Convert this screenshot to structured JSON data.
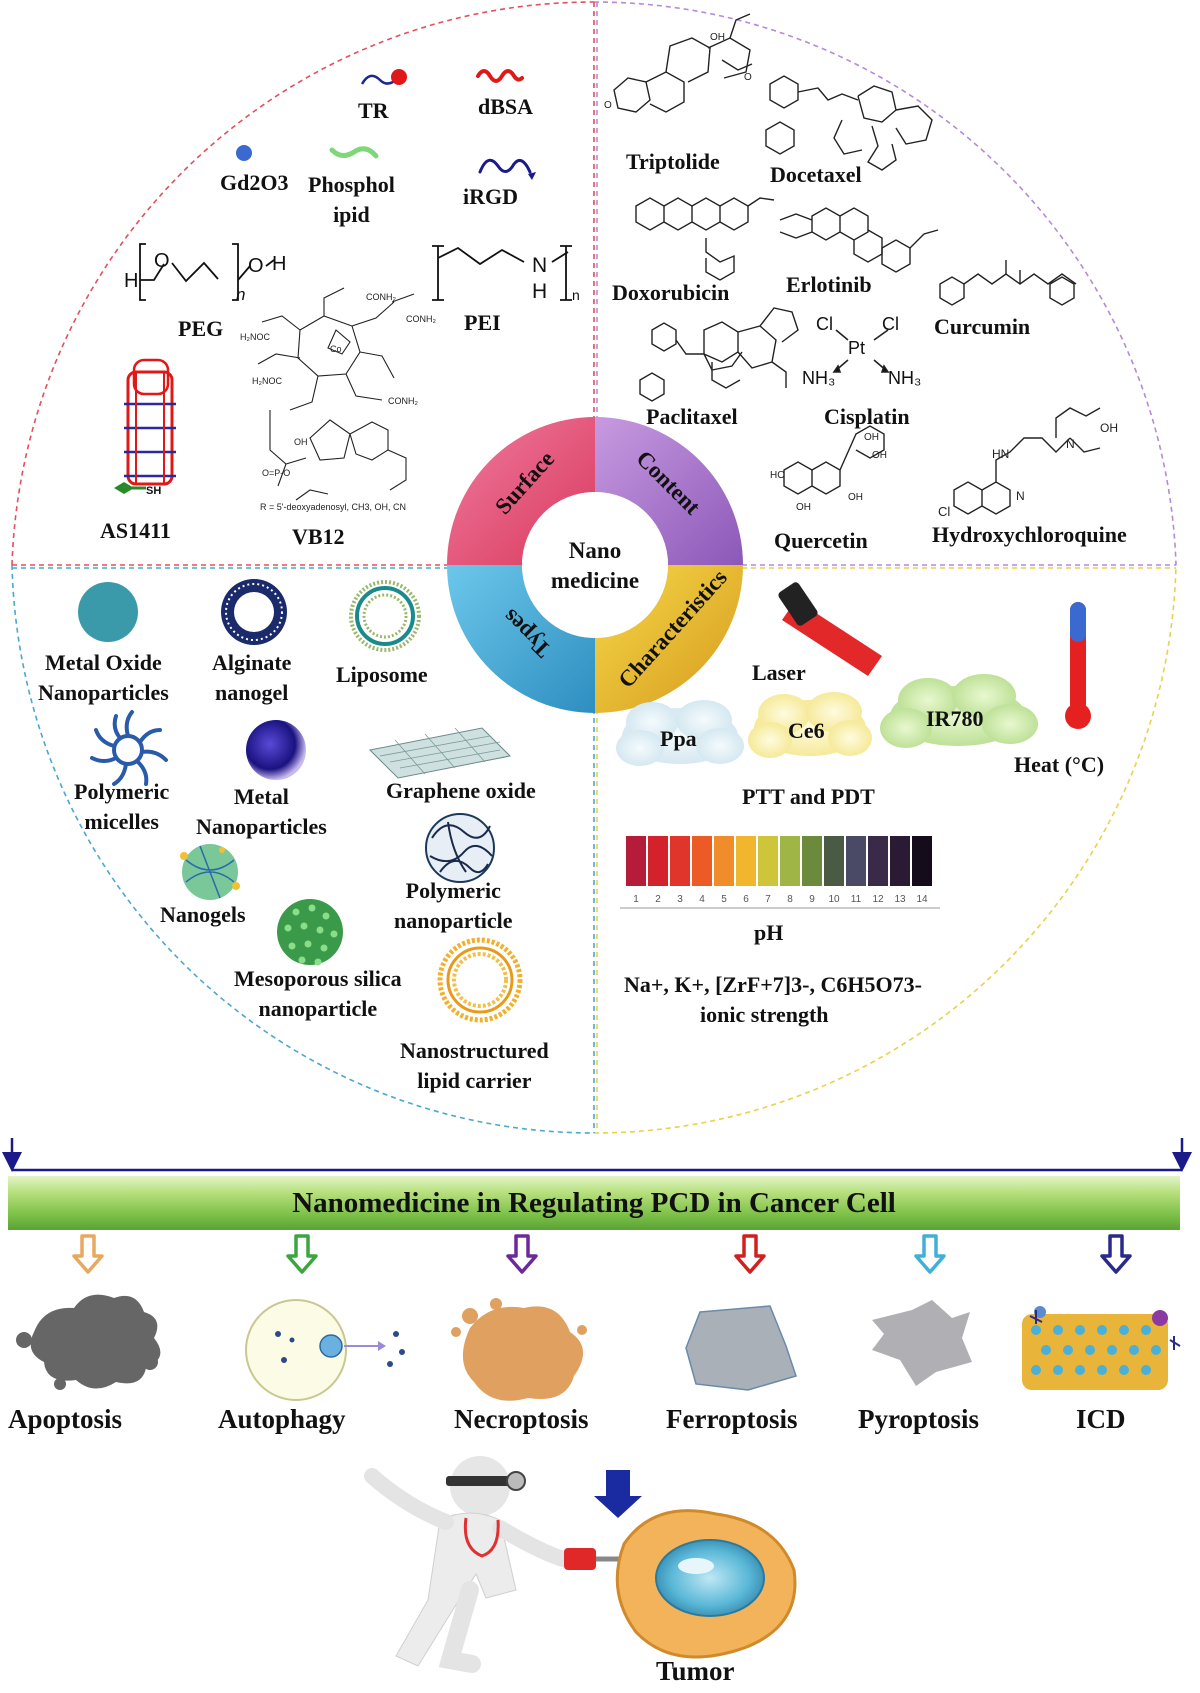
{
  "hub": {
    "center": [
      "Nano",
      "medicine"
    ],
    "segments": [
      "Surface",
      "Content",
      "Types",
      "Characteristics"
    ]
  },
  "surface": {
    "tr": "TR",
    "dbsa": "dBSA",
    "gd2o3": "Gd2O3",
    "phospholipid": [
      "Phosphol",
      "ipid"
    ],
    "irgd": "iRGD",
    "peg": "PEG",
    "pei": "PEI",
    "as1411": "AS1411",
    "vb12": "VB12",
    "vb12_note": "R = 5'-deoxyadenosyl, CH3, OH, CN"
  },
  "content": {
    "drugs": [
      "Triptolide",
      "Docetaxel",
      "Doxorubicin",
      "Erlotinib",
      "Curcumin",
      "Paclitaxel",
      "Cisplatin",
      "Quercetin",
      "Hydroxychloroquine"
    ]
  },
  "types": {
    "items": [
      [
        "Metal Oxide",
        "Nanoparticles"
      ],
      [
        "Alginate",
        "nanogel"
      ],
      [
        "Liposome"
      ],
      [
        "Polymeric",
        "micelles"
      ],
      [
        "Metal",
        "Nanoparticles"
      ],
      [
        "Graphene oxide"
      ],
      [
        "Nanogels"
      ],
      [
        "Polymeric",
        "nanoparticle"
      ],
      [
        "Mesoporous silica",
        "nanoparticle"
      ],
      [
        "Nanostructured",
        "lipid carrier"
      ]
    ]
  },
  "characteristics": {
    "laser": "Laser",
    "clouds": [
      "Ppa",
      "Ce6",
      "IR780"
    ],
    "heat": "Heat (°C)",
    "ptt_pdt": "PTT and PDT",
    "ph_label": "pH",
    "ph_scale": [
      "1",
      "2",
      "3",
      "4",
      "5",
      "6",
      "7",
      "8",
      "9",
      "10",
      "11",
      "12",
      "13",
      "14"
    ],
    "ph_colors": [
      "#b41c3a",
      "#d4222c",
      "#e0352a",
      "#ec5a26",
      "#f08c2a",
      "#f2b52e",
      "#cfc53a",
      "#9fb546",
      "#6b8a3c",
      "#4a5a44",
      "#4a4a66",
      "#3a2a4a",
      "#2a1a34",
      "#140c1a"
    ],
    "ions": "Na+, K+, [ZrF+7]3-, C6H5O73-",
    "ionic_strength": "ionic strength"
  },
  "banner": "Nanomedicine in Regulating PCD in Cancer Cell",
  "pcd": [
    "Apoptosis",
    "Autophagy",
    "Necroptosis",
    "Ferroptosis",
    "Pyroptosis",
    "ICD"
  ],
  "pcd_arrow_colors": [
    "#e8a860",
    "#3aa640",
    "#6a2a9a",
    "#d02020",
    "#40b0d8",
    "#2a2a8a"
  ],
  "tumor": "Tumor",
  "colors": {
    "surface": "#e9567a",
    "content": "#a470c8",
    "types": "#3fa6d2",
    "characteristics": "#e6b62a",
    "surface_border": "#e05060",
    "content_border": "#b58ad8",
    "types_border": "#4aa8d0",
    "char_border": "#e8d24a"
  }
}
